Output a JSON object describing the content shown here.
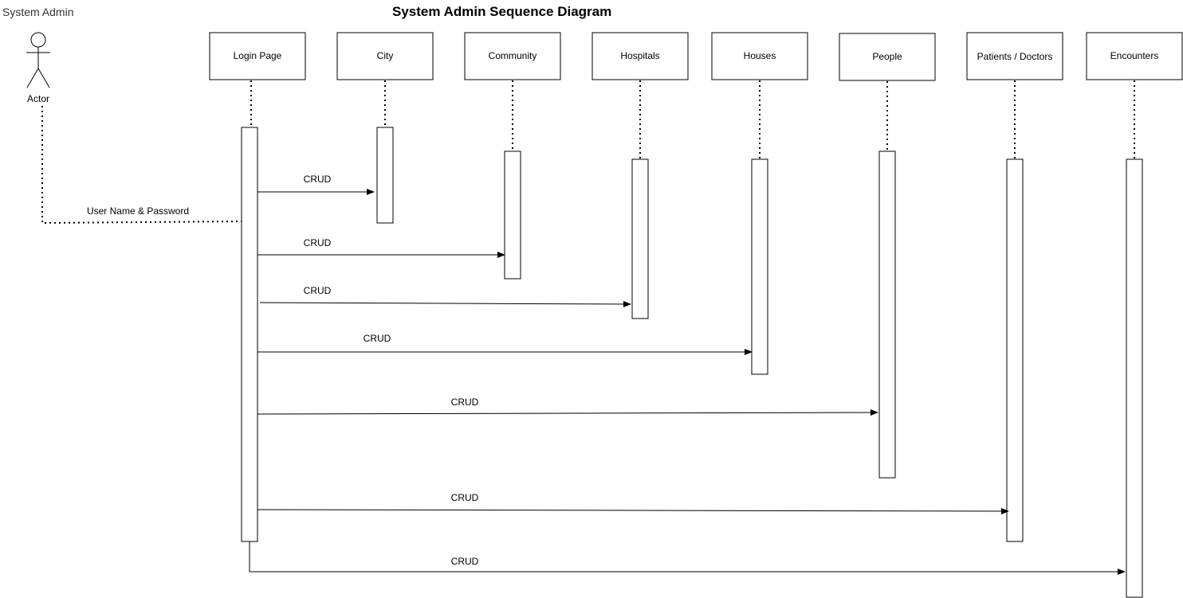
{
  "header": {
    "corner_label": "System Admin",
    "title": "System Admin Sequence Diagram"
  },
  "actor": {
    "label": "Actor"
  },
  "lifelines": [
    {
      "name": "Login Page"
    },
    {
      "name": "City"
    },
    {
      "name": "Community"
    },
    {
      "name": "Hospitals"
    },
    {
      "name": "Houses"
    },
    {
      "name": "People"
    },
    {
      "name": "Patients / Doctors"
    },
    {
      "name": "Encounters"
    }
  ],
  "messages": {
    "login": {
      "label": "User Name & Password",
      "from": "Actor",
      "to": "Login Page"
    },
    "calls": [
      {
        "label": "CRUD",
        "from": "Login Page",
        "to": "City"
      },
      {
        "label": "CRUD",
        "from": "Login Page",
        "to": "Community"
      },
      {
        "label": "CRUD",
        "from": "Login Page",
        "to": "Hospitals"
      },
      {
        "label": "CRUD",
        "from": "Login Page",
        "to": "Houses"
      },
      {
        "label": "CRUD",
        "from": "Login Page",
        "to": "People"
      },
      {
        "label": "CRUD",
        "from": "Login Page",
        "to": "Patients / Doctors"
      },
      {
        "label": "CRUD",
        "from": "Login Page",
        "to": "Encounters"
      }
    ]
  }
}
